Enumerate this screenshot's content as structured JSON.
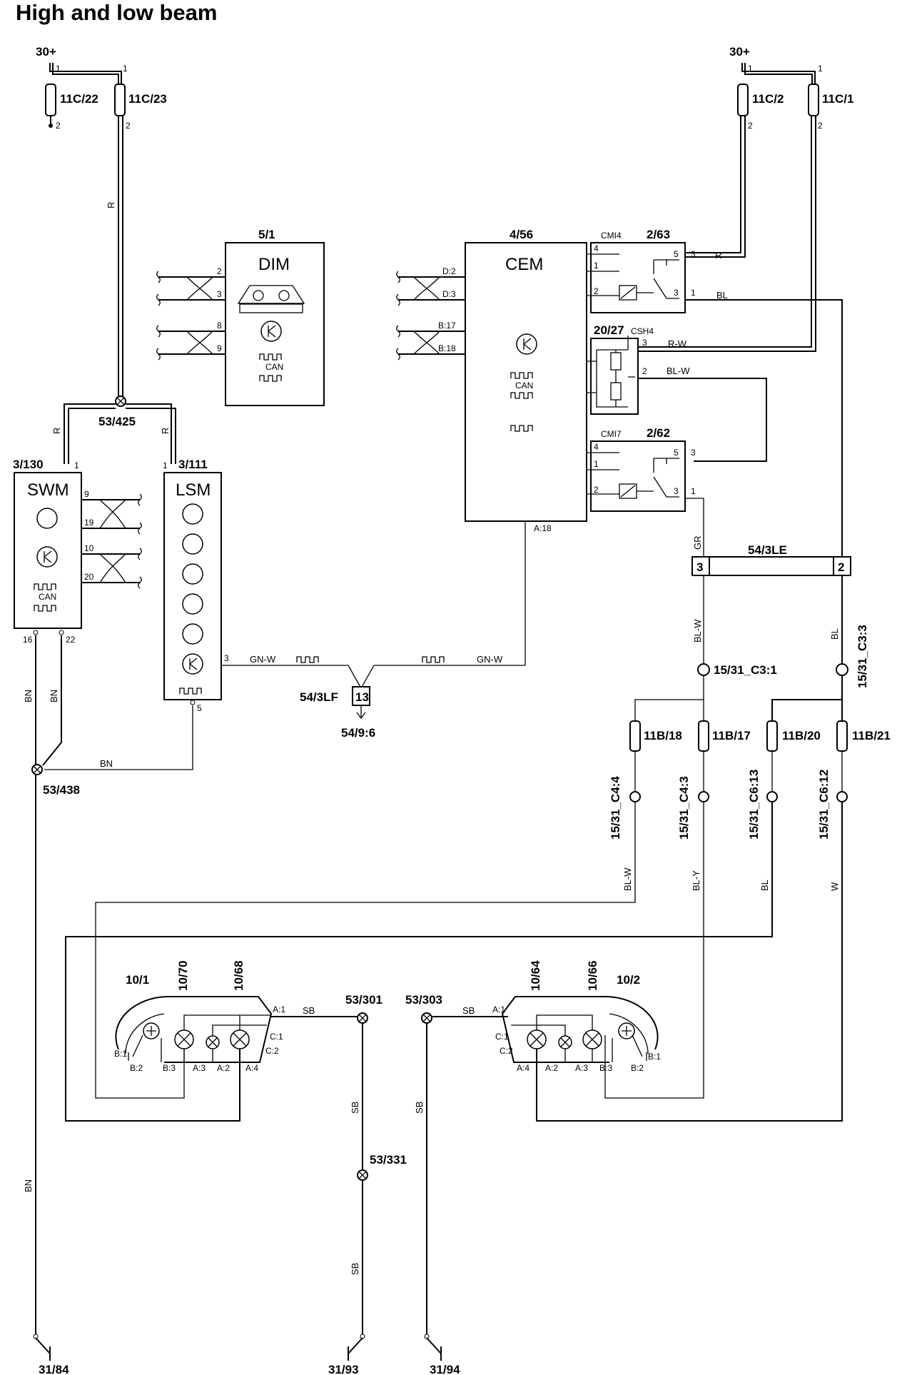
{
  "title": "High and low beam",
  "supply": [
    "30+",
    "30+"
  ],
  "fuses_top": [
    "11C/22",
    "11C/23",
    "11C/2",
    "11C/1"
  ],
  "fuses_mid": [
    "11B/18",
    "11B/17",
    "11B/20",
    "11B/21"
  ],
  "modules": {
    "dim": {
      "id": "5/1",
      "name": "DIM",
      "pins": [
        "2",
        "3",
        "8",
        "9"
      ]
    },
    "cem": {
      "id": "4/56",
      "name": "CEM",
      "pins": [
        "D:2",
        "D:3",
        "B:17",
        "B:18"
      ],
      "out_pin": "A:18"
    },
    "swm": {
      "id": "3/130",
      "name": "SWM",
      "pins": [
        "9",
        "19",
        "10",
        "20"
      ],
      "top_pin": "1",
      "bottom_pins": [
        "16",
        "22"
      ]
    },
    "lsm": {
      "id": "3/111",
      "name": "LSM",
      "top_pin": "1",
      "pins": [
        "3",
        "5"
      ]
    }
  },
  "can_label": "CAN",
  "relays": [
    {
      "id": "2/63",
      "tag": "CMI4",
      "pins": [
        "4",
        "1",
        "2",
        "5",
        "3",
        "3",
        "1"
      ]
    },
    {
      "id": "20/27",
      "tag": "CSH4",
      "pins": [
        "3",
        "2"
      ]
    },
    {
      "id": "2/62",
      "tag": "CMI7",
      "pins": [
        "4",
        "1",
        "2",
        "5",
        "3",
        "3",
        "1"
      ]
    }
  ],
  "connectors": [
    "53/425",
    "53/438",
    "54/3LE",
    "54/3LF",
    "54/9:6",
    "53/301",
    "53/303",
    "53/331"
  ],
  "connector_pins": [
    "3",
    "2",
    "13"
  ],
  "inline": [
    "15/31_C3:1",
    "15/31_C3:3",
    "15/31_C4:4",
    "15/31_C4:3",
    "15/31_C6:13",
    "15/31_C6:12"
  ],
  "wires": [
    "R",
    "R",
    "R",
    "R",
    "BL",
    "R-W",
    "BL-W",
    "GR",
    "BL-W",
    "BL",
    "BN",
    "BN",
    "BN",
    "BN",
    "GN-W",
    "GN-W",
    "BL-W",
    "BL-Y",
    "BL",
    "W",
    "SB",
    "SB",
    "SB",
    "SB",
    "SB"
  ],
  "lamps_left": {
    "ids": [
      "10/1",
      "10/70",
      "10/68"
    ],
    "pins": [
      "A:1",
      "C:1",
      "C:2",
      "B:1",
      "B:2",
      "B:3",
      "A:3",
      "A:2",
      "A:4"
    ]
  },
  "lamps_right": {
    "ids": [
      "10/64",
      "10/66",
      "10/2"
    ],
    "pins": [
      "A:1",
      "C:1",
      "C:2",
      "A:4",
      "A:2",
      "A:3",
      "B:3",
      "B:2",
      "B:1"
    ]
  },
  "grounds": [
    "31/84",
    "31/93",
    "31/94"
  ],
  "pin_numbers": [
    "1",
    "2"
  ]
}
